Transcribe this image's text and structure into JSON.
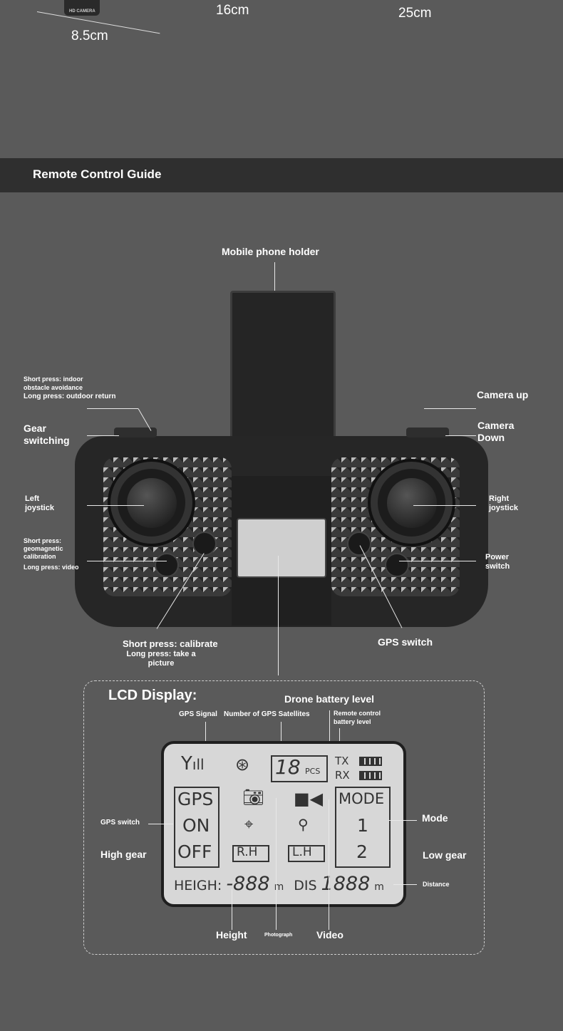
{
  "top": {
    "dim_16": "16cm",
    "dim_25": "25cm",
    "dim_85": "8.5cm",
    "camera_label": "HD CAMERA"
  },
  "header": {
    "title": "Remote Control Guide"
  },
  "remote": {
    "phone_holder": "Mobile phone holder",
    "left_top_short": "Short press: indoor",
    "left_top_short2": "obstacle avoidance",
    "left_top_long": "Long press: outdoor return",
    "gear_switching": "Gear switching",
    "left_joystick": "Left joystick",
    "geo_short": "Short press: geomagnetic calibration",
    "geo_long": "Long press: video",
    "camera_up": "Camera up",
    "camera_down": "Camera Down",
    "right_joystick": "Right joystick",
    "power_switch": "Power switch",
    "calibrate_short": "Short press: calibrate",
    "calibrate_long": "Long press: take a picture",
    "gps_switch": "GPS switch"
  },
  "lcd_section": {
    "title": "LCD Display:",
    "drone_battery": "Drone battery level",
    "gps_signal": "GPS Signal",
    "num_satellites": "Number of GPS Satellites",
    "rc_battery": "Remote control battery level",
    "gps_switch": "GPS switch",
    "high_gear": "High gear",
    "mode": "Mode",
    "low_gear": "Low gear",
    "distance": "Distance",
    "height": "Height",
    "photograph": "Photograph",
    "video": "Video"
  },
  "lcd": {
    "sat_count": "18",
    "pcs": "PCS",
    "tx": "TX",
    "rx": "RX",
    "gps": "GPS",
    "on": "ON",
    "off": "OFF",
    "rh": "R.H",
    "lh": "L.H",
    "mode": "MODE",
    "mode1": "1",
    "mode2": "2",
    "heigh": "HEIGH:",
    "heigh_val": "-888",
    "m": "m",
    "dis": "DIS",
    "dis_val": "1888"
  }
}
